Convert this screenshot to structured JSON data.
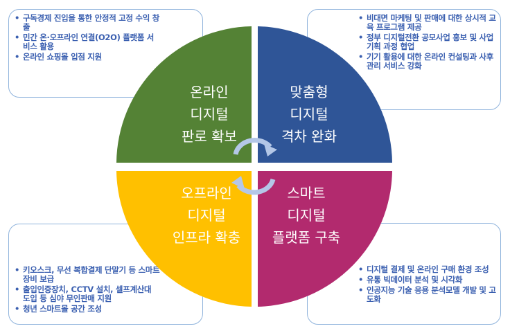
{
  "colors": {
    "online": "#548235",
    "tailored": "#2f5597",
    "offline": "#ffc000",
    "smart": "#b22a6e",
    "arrow": "#b4c7e7",
    "text": "#3a5fb0"
  },
  "quadrants": [
    {
      "id": "online",
      "lines": [
        "온라인",
        "디지털",
        "판로 확보"
      ]
    },
    {
      "id": "tailored",
      "lines": [
        "맞춤형",
        "디지털",
        "격차 완화"
      ]
    },
    {
      "id": "offline",
      "lines": [
        "오프라인",
        "디지털",
        "인프라 확충"
      ]
    },
    {
      "id": "smart",
      "lines": [
        "스마트",
        "디지털",
        "플랫폼 구축"
      ]
    }
  ],
  "boxes": {
    "top_left": [
      "구독경제 진입을 통한 안정적 고정 수익 창출",
      "민간 온·오프라인 연결(O2O) 플랫폼 서비스 활용",
      "온라인 쇼핑몰 입점 지원"
    ],
    "top_right": [
      "비대면 마케팅 및 판매에 대한 상시적 교육 프로그램 제공",
      "정부 디지털전환 공모사업 홍보 및 사업기획 과정 협업",
      "기기 활용에 대한 온라인 컨설팅과 사후관리 서비스 강화"
    ],
    "bottom_left": [
      "키오스크, 무선 복합결제 단말기 등 스마트 장비 보급",
      "출입인증장치, CCTV 설치, 셀프계산대 도입 등 심야 무인판매 지원",
      "청년 스마트몰 공간 조성"
    ],
    "bottom_right": [
      "디지털 결제 및 온라인 구매 환경 조성",
      "유통 빅데이터 분석 및 시각화",
      "인공지능 기술 응용 분석모델 개발 및 고도화"
    ]
  }
}
